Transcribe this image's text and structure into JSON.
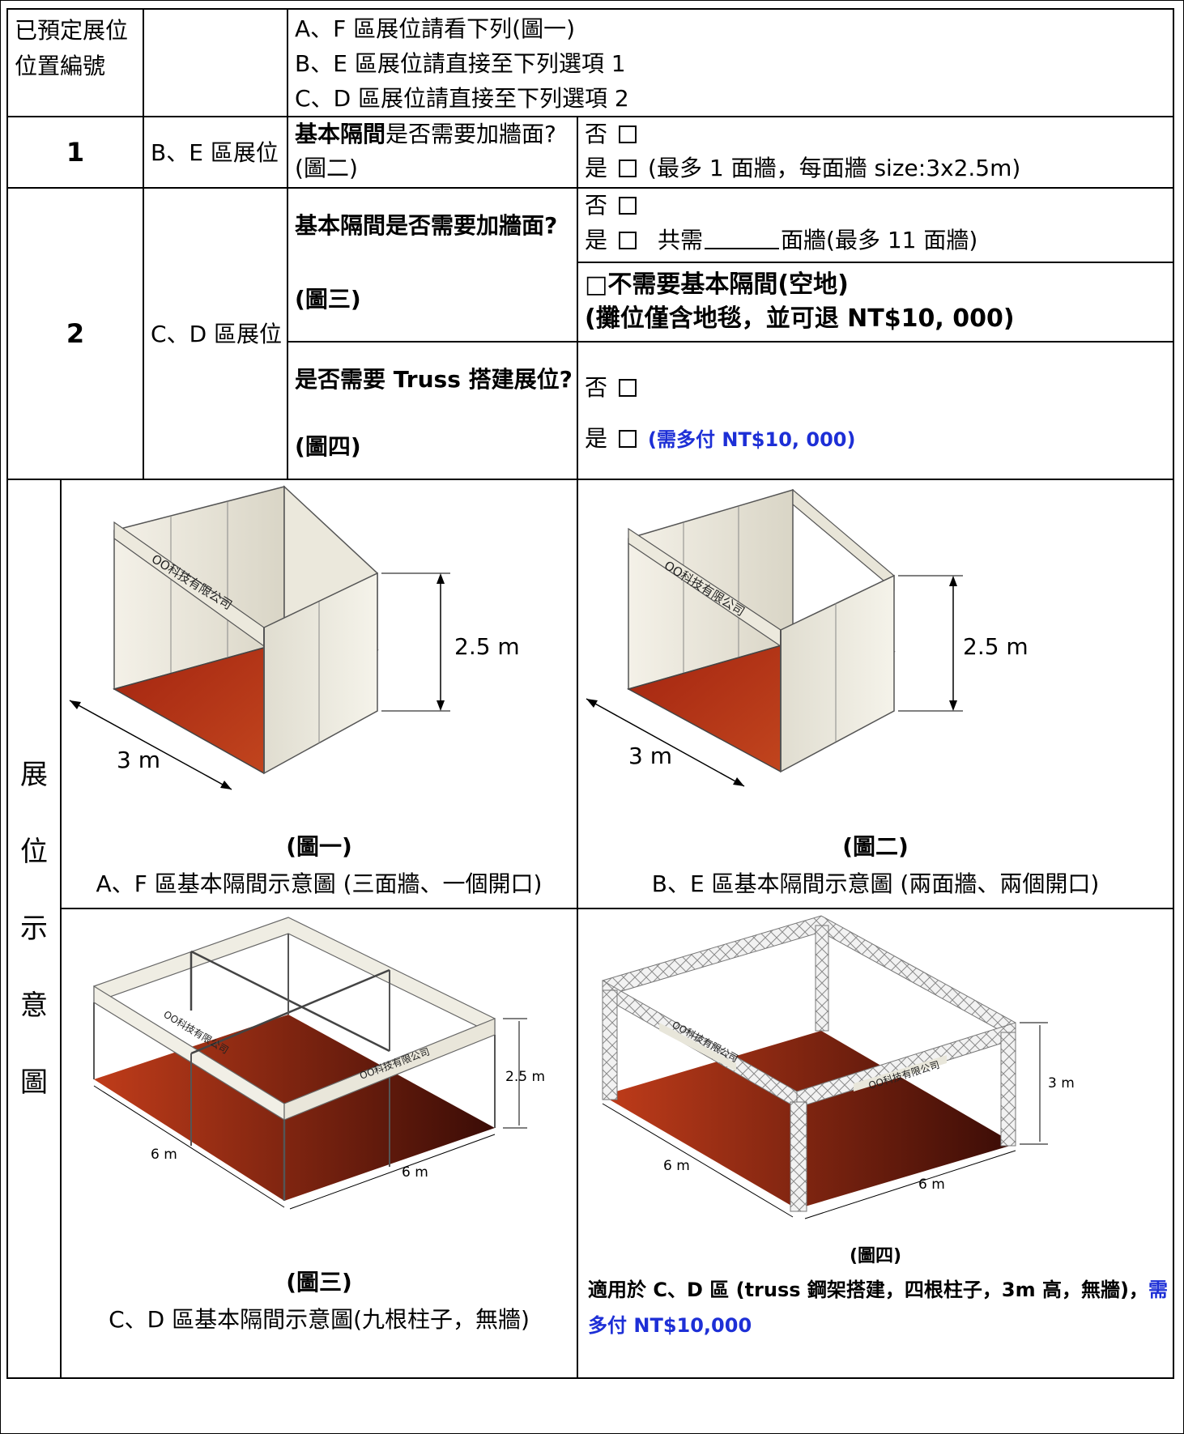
{
  "header": {
    "left_label": "已預定展位\n位置編號",
    "notes": [
      "A、F 區展位請看下列(圖一)",
      "B、E 區展位請直接至下列選項 1",
      "C、D 區展位請直接至下列選項 2"
    ]
  },
  "option1": {
    "number": "1",
    "zone": "B、E 區展位",
    "question_bold": "基本隔間",
    "question_rest": "是否需要加牆面?",
    "figure_ref": "(圖二)",
    "no_label": "否",
    "yes_label": "是",
    "yes_note": "(最多 1 面牆，每面牆 size:3x2.5m)"
  },
  "option2": {
    "number": "2",
    "zone": "C、D 區展位",
    "q1_bold": "基本隔間",
    "q1_rest": "是否需要加牆面?",
    "q1_ref": "(圖三)",
    "no_label": "否",
    "yes_label": "是",
    "yes_prefix": "共需",
    "yes_suffix": "面牆(最多 11 面牆)",
    "empty_line1": "□不需要基本隔間(空地)",
    "empty_line2": "(攤位僅含地毯，並可退 NT$10, 000)",
    "q2_text": "是否需要 Truss 搭建展位?",
    "q2_ref": "(圖四)",
    "q2_no": "否",
    "q2_yes": "是",
    "q2_yes_note": "(需多付 NT$10, 000)"
  },
  "figures": {
    "side_label": [
      "展",
      "位",
      "示",
      "意",
      "圖"
    ],
    "fig1": {
      "ref": "(圖一)",
      "caption": "A、F 區基本隔間示意圖 (三面牆、一個開口)",
      "height_label": "2.5 m",
      "width_label": "3 m",
      "sign": "OO科技有限公司"
    },
    "fig2": {
      "ref": "(圖二)",
      "caption": "B、E 區基本隔間示意圖 (兩面牆、兩個開口)",
      "height_label": "2.5 m",
      "width_label": "3 m",
      "sign": "OO科技有限公司"
    },
    "fig3": {
      "ref": "(圖三)",
      "caption": "C、D 區基本隔間示意圖(九根柱子，無牆)",
      "height_label": "2.5 m",
      "len_a": "6 m",
      "len_b": "6 m",
      "sign_a": "OO科技有限公司",
      "sign_b": "OO科技有限公司"
    },
    "fig4": {
      "ref": "(圖四)",
      "caption_a": "適用於 C、D 區 (truss 鋼架搭建，四根柱子，3m 高，無牆)，",
      "caption_b": "需多付 NT$10,000",
      "height_label": "3 m",
      "len_a": "6 m",
      "len_b": "6 m",
      "sign_a": "OO科技有限公司",
      "sign_b": "OO科技有限公司"
    }
  }
}
